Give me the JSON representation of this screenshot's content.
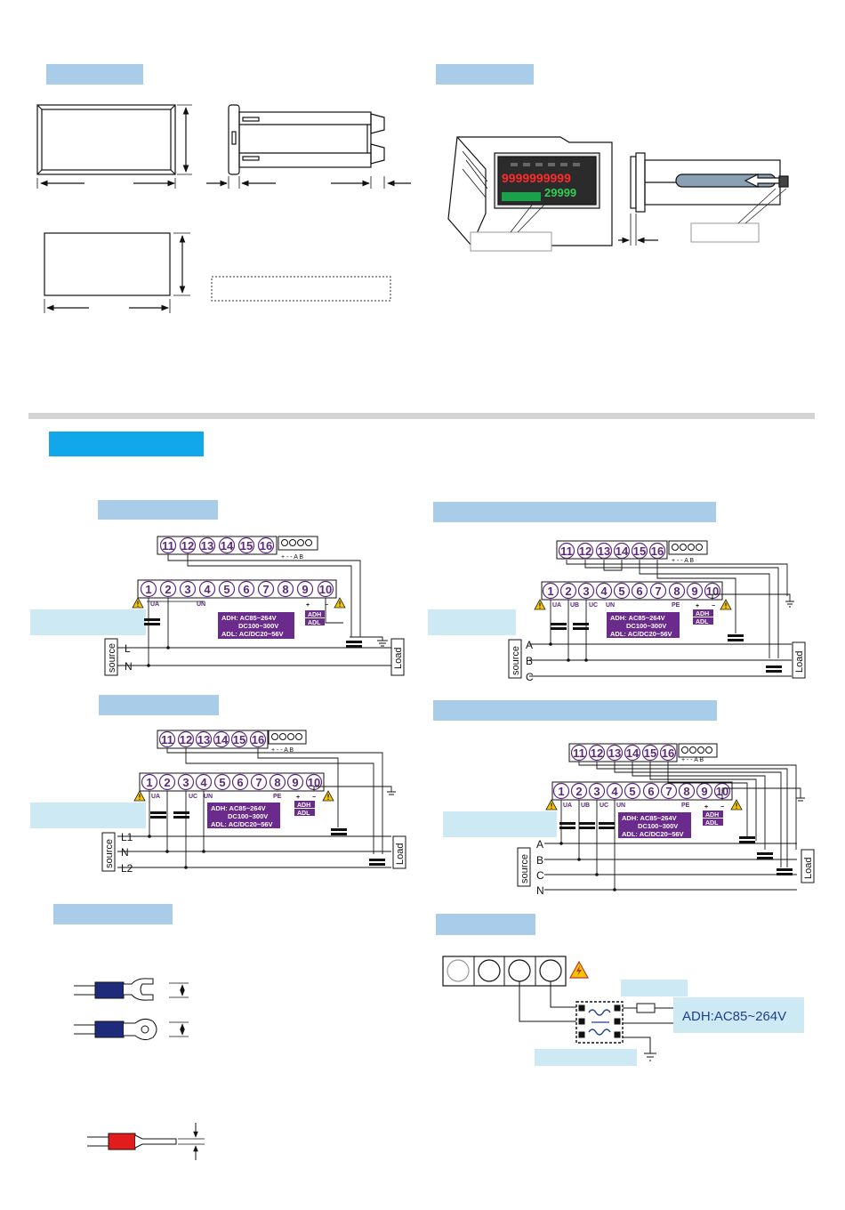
{
  "panel_display": {
    "digits_red": "9999999999",
    "digits_green": "29999"
  },
  "terminals": {
    "top_row": [
      "11",
      "12",
      "13",
      "14",
      "15",
      "16"
    ],
    "bottom_row": [
      "1",
      "2",
      "3",
      "4",
      "5",
      "6",
      "7",
      "8",
      "9",
      "10"
    ],
    "comm_labels": "+ - - A B"
  },
  "power_spec": {
    "adh": "ADH: AC85~264V",
    "dc": "DC100~300V",
    "adl": "ADL: AC/DC20~56V"
  },
  "relay_labels": {
    "adh": "ADH",
    "adl": "ADL",
    "plus": "+",
    "minus": "−"
  },
  "wiring_1p2w": {
    "source": "source",
    "load": "Load",
    "lines": [
      "L",
      "N"
    ],
    "inputs": [
      "UA",
      "UN"
    ],
    "pe": ""
  },
  "wiring_3p3w": {
    "source": "source",
    "load": "Load",
    "lines": [
      "A",
      "B",
      "C"
    ],
    "inputs": [
      "UA",
      "UB",
      "UC",
      "UN"
    ],
    "pe": "PE"
  },
  "wiring_1p3w": {
    "source": "source",
    "load": "Load",
    "lines": [
      "L1",
      "N",
      "L2"
    ],
    "inputs": [
      "UA",
      "UC",
      "UN"
    ],
    "pe": "PE"
  },
  "wiring_3p4w": {
    "source": "source",
    "load": "Load",
    "lines": [
      "A",
      "B",
      "C",
      "N"
    ],
    "inputs": [
      "UA",
      "UB",
      "UC",
      "UN"
    ],
    "pe": "PE"
  },
  "power_supply": {
    "label": "ADH:AC85~264V"
  }
}
